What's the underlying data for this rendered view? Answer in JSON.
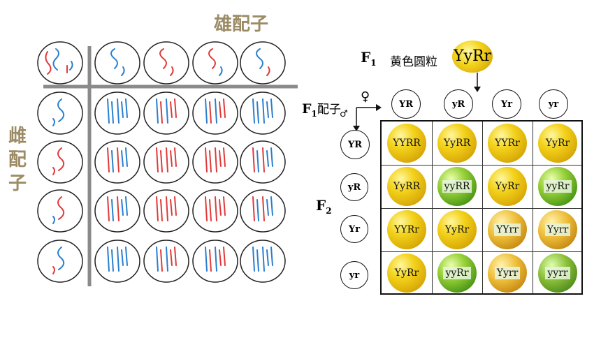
{
  "left": {
    "male_title": "雄配子",
    "female_title_chars": [
      "雌",
      "配",
      "子"
    ]
  },
  "right": {
    "f1_label": "F",
    "f1_sub": "1",
    "f1_desc": "黄色圆粒",
    "f1_genotype": "YyRr",
    "f1_gamete_label": "F",
    "f1_gamete_sub": "1",
    "f1_gamete_word": "配子",
    "female_symbol": "♀",
    "male_symbol": "♂",
    "f2_label": "F",
    "f2_sub": "2",
    "top_gametes": [
      "YR",
      "yR",
      "Yr",
      "yr"
    ],
    "side_gametes": [
      "YR",
      "yR",
      "Yr",
      "yr"
    ],
    "grid": [
      [
        {
          "g": "YYRR",
          "pea": "yr-round"
        },
        {
          "g": "YyRR",
          "pea": "yr-round"
        },
        {
          "g": "YYRr",
          "pea": "yr-round"
        },
        {
          "g": "YyRr",
          "pea": "yr-round"
        }
      ],
      [
        {
          "g": "YyRR",
          "pea": "yr-round"
        },
        {
          "g": "yyRR",
          "pea": "gr-round"
        },
        {
          "g": "YyRr",
          "pea": "yr-round"
        },
        {
          "g": "yyRr",
          "pea": "gr-round"
        }
      ],
      [
        {
          "g": "YYRr",
          "pea": "yr-round"
        },
        {
          "g": "YyRr",
          "pea": "yr-round"
        },
        {
          "g": "YYrr",
          "pea": "yr-wrink"
        },
        {
          "g": "Yyrr",
          "pea": "yr-wrink"
        }
      ],
      [
        {
          "g": "YyRr",
          "pea": "yr-round"
        },
        {
          "g": "yyRr",
          "pea": "gr-round"
        },
        {
          "g": "Yyrr",
          "pea": "yr-wrink"
        },
        {
          "g": "yyrr",
          "pea": "gr-wrink"
        }
      ]
    ]
  }
}
